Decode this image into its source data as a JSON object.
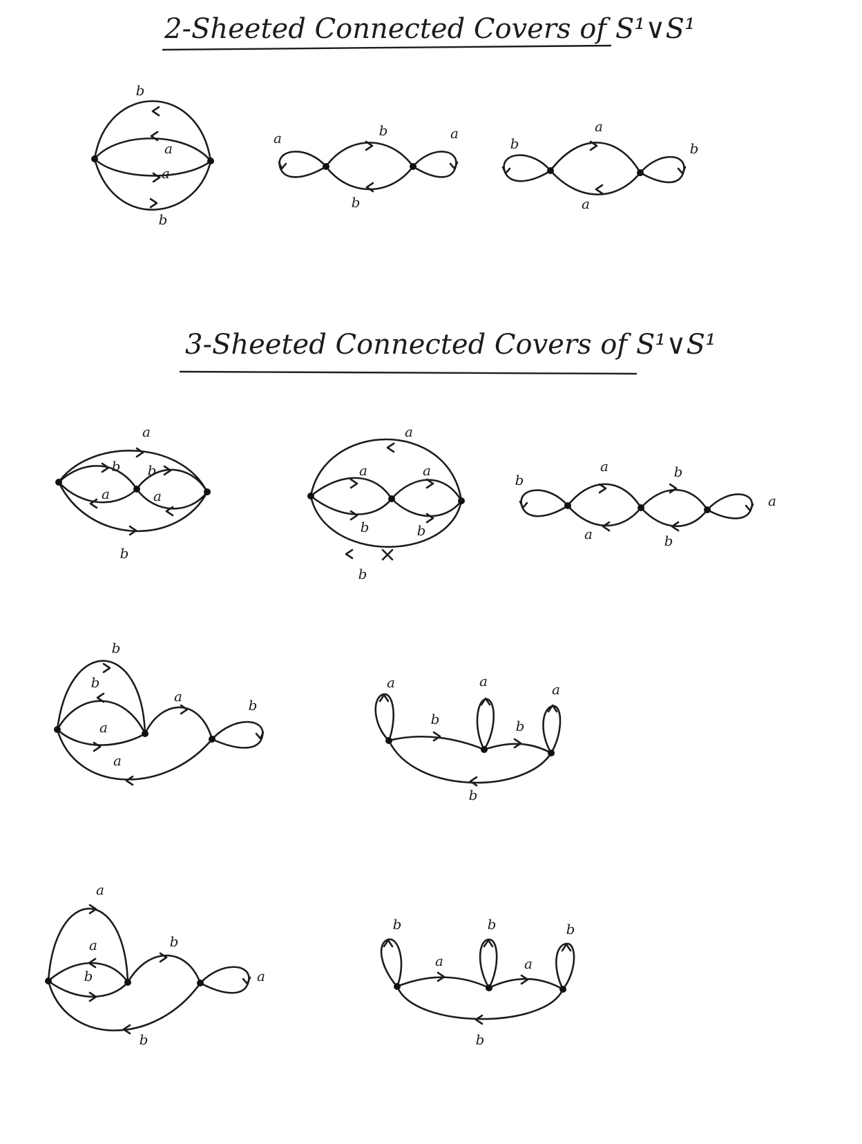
{
  "sections": [
    {
      "title": "2-Sheeted Connected Covers of S¹∨S¹"
    },
    {
      "title": "3-Sheeted Connected Covers of S¹∨S¹"
    }
  ],
  "edge_labels": {
    "a": "a",
    "b": "b"
  },
  "colors": {
    "ink": "#1c1c1c",
    "paper": "#ffffff"
  }
}
